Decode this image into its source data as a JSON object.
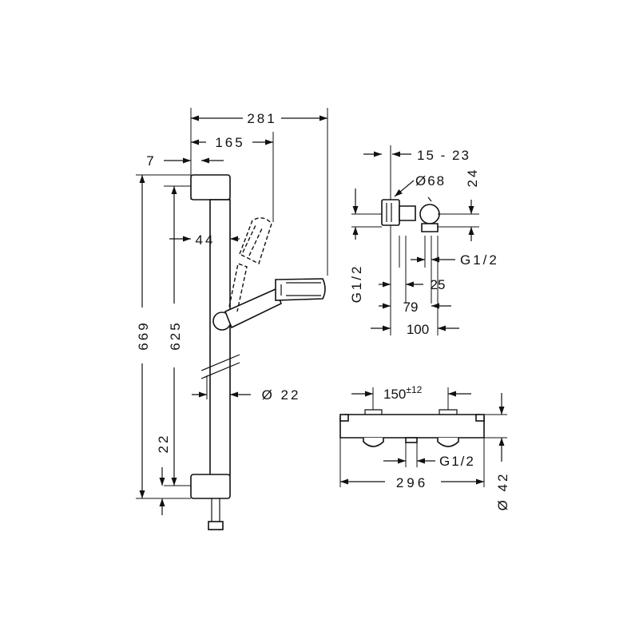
{
  "dimensions": {
    "rail_total_width": "281",
    "head_offset": "165",
    "wall_offset": "7",
    "bracket_offset": "44",
    "rail_height": "669",
    "rail_span": "625",
    "bottom_offset": "22",
    "rail_diameter": "Ø 22",
    "eccentric_range": "15 - 23",
    "rosette_diameter": "Ø68",
    "connector_height": "24",
    "connection_thread_side": "G1/2",
    "connection_thread_vertical": "G1/2",
    "depth_25": "25",
    "depth_79": "79",
    "depth_100": "100",
    "center_distance": "150",
    "center_tolerance": "±12",
    "outlet_thread": "G1/2",
    "mixer_length": "296",
    "mixer_diameter": "Ø 42"
  },
  "colors": {
    "line": "#111111",
    "background": "#ffffff"
  }
}
